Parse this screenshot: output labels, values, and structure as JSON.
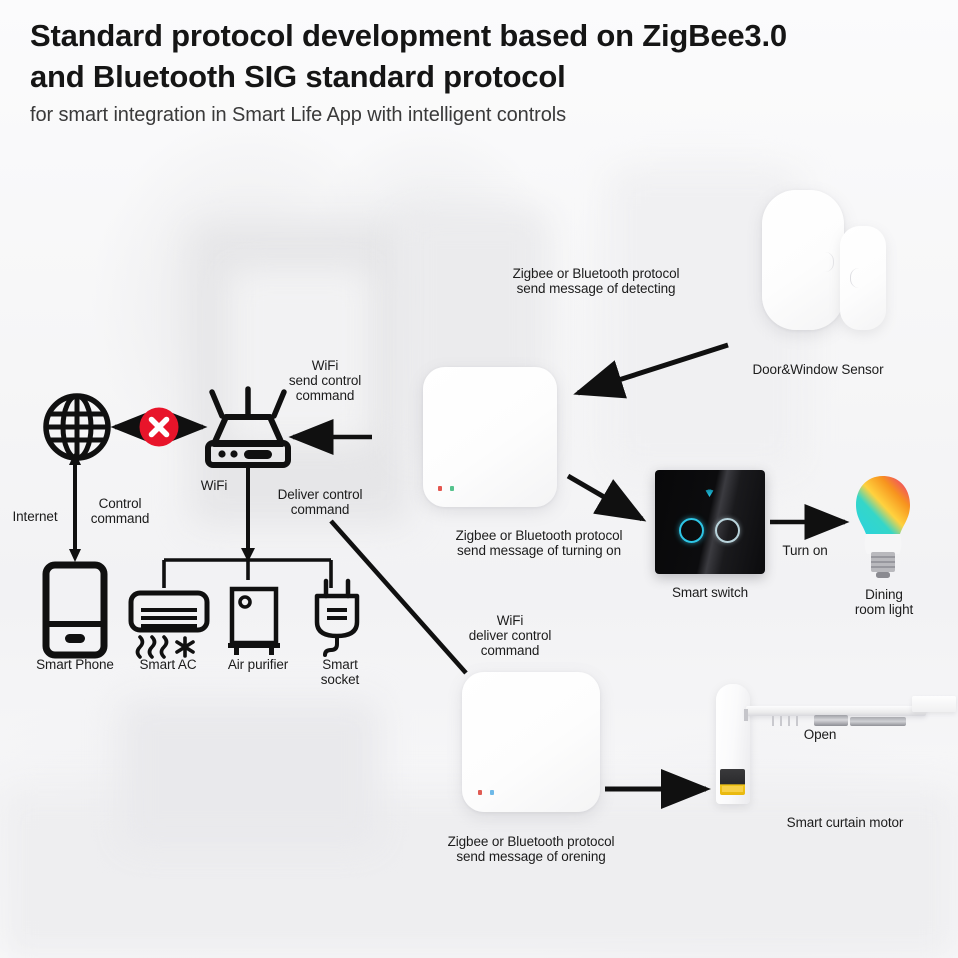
{
  "header": {
    "title_line1": "Standard protocol development based on ZigBee3.0",
    "title_line2": "and Bluetooth SIG standard protocol",
    "subtitle": "for smart integration in Smart Life App with intelligent controls"
  },
  "labels": {
    "sensor_protocol": "Zigbee or Bluetooth protocol\nsend message of detecting",
    "sensor_name": "Door&Window Sensor",
    "wifi_send": "WiFi\nsend control\ncommand",
    "wifi": "WiFi",
    "internet": "Internet",
    "control_command": "Control\ncommand",
    "deliver_command": "Deliver control\ncommand",
    "switch_protocol": "Zigbee or Bluetooth protocol\nsend message of turning on",
    "switch_name": "Smart switch",
    "turn_on": "Turn on",
    "bulb_name": "Dining\nroom light",
    "wifi_deliver": "WiFi\ndeliver control\ncommand",
    "curtain_protocol": "Zigbee or Bluetooth protocol\nsend message of orening",
    "open": "Open",
    "curtain_name": "Smart curtain motor",
    "smart_phone": "Smart Phone",
    "smart_ac": "Smart AC",
    "air_purifier": "Air purifier",
    "smart_socket": "Smart\nsocket"
  },
  "colors": {
    "ink": "#141414",
    "red_badge": "#e8142a",
    "switch_panel": "#0a0a0c",
    "switch_ring": "#2ec6e6",
    "led_red": "#e4564f",
    "led_green": "#55c38d",
    "bulb_yellow": "#ffd23f",
    "bulb_orange": "#f7941e",
    "bulb_pink": "#ec268f",
    "bulb_cyan": "#29d3e0"
  },
  "icons": {
    "globe": "globe-icon",
    "blocked": "blocked-x-icon",
    "router": "wifi-router-icon",
    "phone": "smartphone-icon",
    "ac": "air-conditioner-icon",
    "purifier": "air-purifier-icon",
    "socket": "power-plug-icon",
    "gateway": "zigbee-gateway-icon",
    "sensor": "door-window-sensor-icon",
    "switch": "smart-wall-switch-icon",
    "bulb": "rgb-light-bulb-icon",
    "curtain": "curtain-motor-icon"
  }
}
